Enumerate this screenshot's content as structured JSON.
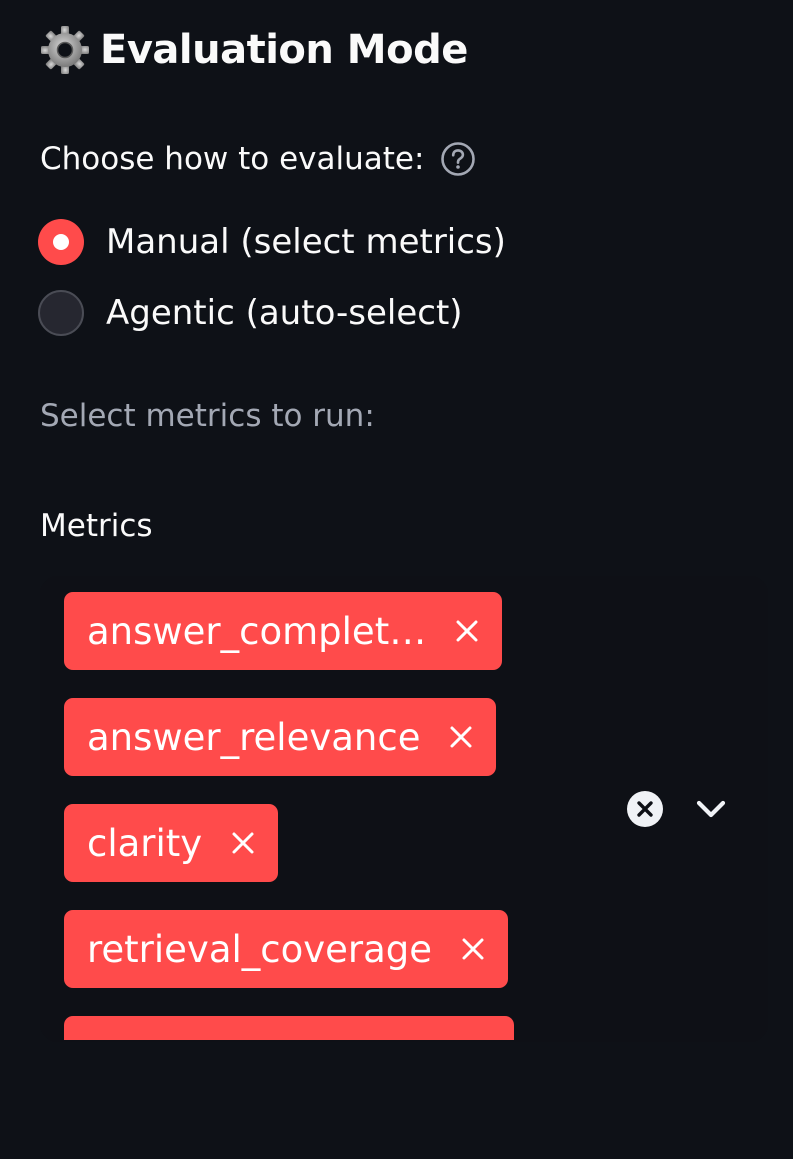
{
  "header": {
    "title": "Evaluation Mode",
    "icon": "gear-icon"
  },
  "mode": {
    "label": "Choose how to evaluate:",
    "help_icon": "question-circle-icon",
    "options": [
      {
        "label": "Manual (select metrics)",
        "selected": true
      },
      {
        "label": "Agentic (auto-select)",
        "selected": false
      }
    ]
  },
  "caption": "Select metrics to run:",
  "metrics": {
    "label": "Metrics",
    "selected": [
      {
        "label": "answer_complet…"
      },
      {
        "label": "answer_relevance"
      },
      {
        "label": "clarity"
      },
      {
        "label": "retrieval_coverage"
      },
      {
        "label": ""
      }
    ],
    "clear_icon": "clear-circle-icon",
    "dropdown_icon": "chevron-down-icon"
  },
  "colors": {
    "background": "#0e1117",
    "accent": "#ff4b4b",
    "field_background": "#0e1016",
    "caption_text": "#a3a8b4"
  }
}
